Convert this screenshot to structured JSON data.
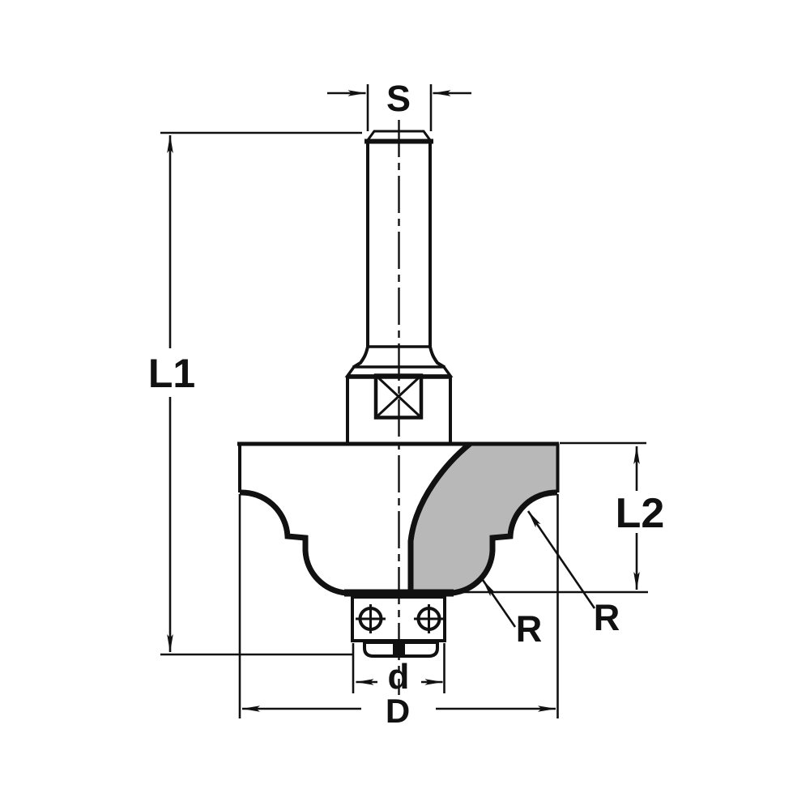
{
  "diagram": {
    "kind": "technical-dimension-drawing",
    "subject": "router-bit-with-bearing",
    "labels": {
      "shank_diameter": "S",
      "overall_length": "L1",
      "cut_length": "L2",
      "radius_lower": "R",
      "radius_upper": "R",
      "bearing_diameter": "d",
      "cutting_diameter": "D"
    },
    "colors": {
      "line": "#111111",
      "flute_fill": "#b8b8b8",
      "background": "#ffffff"
    }
  }
}
